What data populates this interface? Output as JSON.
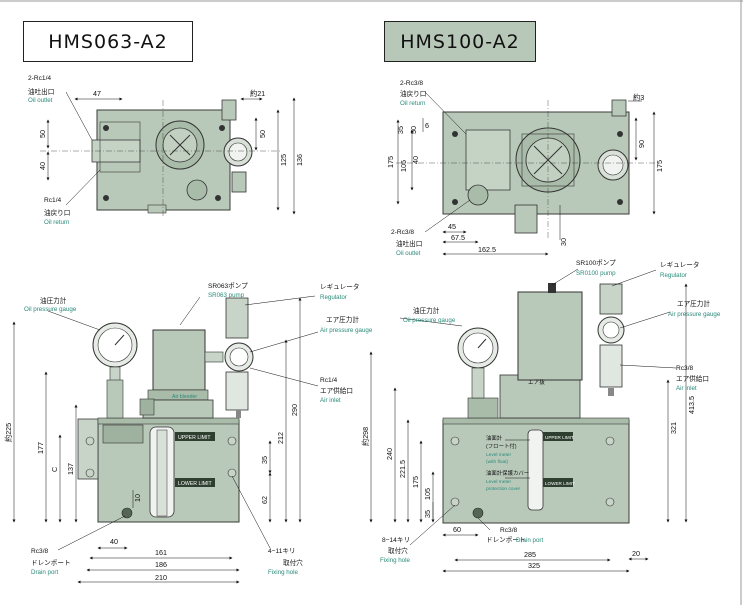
{
  "titles": {
    "left": "HMS063-A2",
    "right": "HMS100-A2"
  },
  "colors": {
    "unit_fill": "#b9c9b9",
    "unit_stroke": "#3a3a3a",
    "label_en": "#2a8a7a",
    "title_left_bg": "#ffffff",
    "title_right_bg": "#b8c8b8"
  },
  "top_left": {
    "labels": {
      "port1": "2-Rc1/4",
      "port1_jp": "油吐出口",
      "port1_en": "Oil outlet",
      "port2": "Rc1/4",
      "port2_jp": "油戻り口",
      "port2_en": "Oil return"
    },
    "dims": [
      "47",
      "約21",
      "50",
      "40",
      "50",
      "125",
      "136"
    ]
  },
  "top_right": {
    "labels": {
      "port1": "2-Rc3/8",
      "port1_jp": "油戻り口",
      "port1_en": "Oil return",
      "port2": "2-Rc3/8",
      "port2_jp": "油吐出口",
      "port2_en": "Oil outlet"
    },
    "dims": [
      "約3",
      "35",
      "50",
      "105",
      "175",
      "40",
      "6",
      "90",
      "175",
      "45",
      "67.5",
      "162.5",
      "30"
    ]
  },
  "bottom_left": {
    "labels": {
      "pump_jp": "SR063ポンプ",
      "pump_en": "SR063 pump",
      "reg_jp": "レギュレータ",
      "reg_en": "Regulator",
      "gauge_jp": "油圧力計",
      "gauge_en": "Oil pressure gauge",
      "air_gauge_jp": "エア圧力計",
      "air_gauge_en": "Air pressure gauge",
      "inlet": "Rc1/4",
      "inlet_jp": "エア供給口",
      "inlet_en": "Air inlet",
      "bleeder": "Air bleeder",
      "upper": "UPPER LIMIT",
      "lower": "LOWER LIMIT",
      "drain": "Rc3/8",
      "drain_jp": "ドレンポート",
      "drain_en": "Drain port",
      "holes": "4−11キリ",
      "holes_jp": "取付穴",
      "holes_en": "Fixing hole"
    },
    "dims": [
      "約225",
      "177",
      "C",
      "137",
      "290",
      "212",
      "35",
      "62",
      "10",
      "40",
      "161",
      "186",
      "210"
    ]
  },
  "bottom_right": {
    "labels": {
      "pump_jp": "SR100ポンプ",
      "pump_en": "SR0100 pump",
      "reg_jp": "レギュレータ",
      "reg_en": "Regulator",
      "air_gauge_jp": "エア圧力計",
      "air_gauge_en": "Air pressure gauge",
      "gauge_jp": "油圧力計",
      "gauge_en": "Oil pressure gauge",
      "bleeder": "エア抜",
      "inlet": "Rc3/8",
      "inlet_jp": "エア供給口",
      "inlet_en": "Air inlet",
      "level_jp": "油面計",
      "level_jp2": "(フロート付)",
      "level_en": "Level meter",
      "level_en2": "(with float)",
      "cover_jp": "油面計保護カバー",
      "cover_en": "Level meter",
      "cover_en2": "protection cover",
      "upper": "UPPER LIMIT",
      "lower": "LOWER LIMIT",
      "holes": "8−14キリ",
      "holes_jp": "取付穴",
      "holes_en": "Fixing hole",
      "drain": "Rc3/8",
      "drain_jp": "ドレンポート",
      "drain_en": "Drain port"
    },
    "dims": [
      "約298",
      "240",
      "221.5",
      "175",
      "105",
      "35",
      "413.5",
      "321",
      "60",
      "285",
      "325",
      "20"
    ]
  }
}
